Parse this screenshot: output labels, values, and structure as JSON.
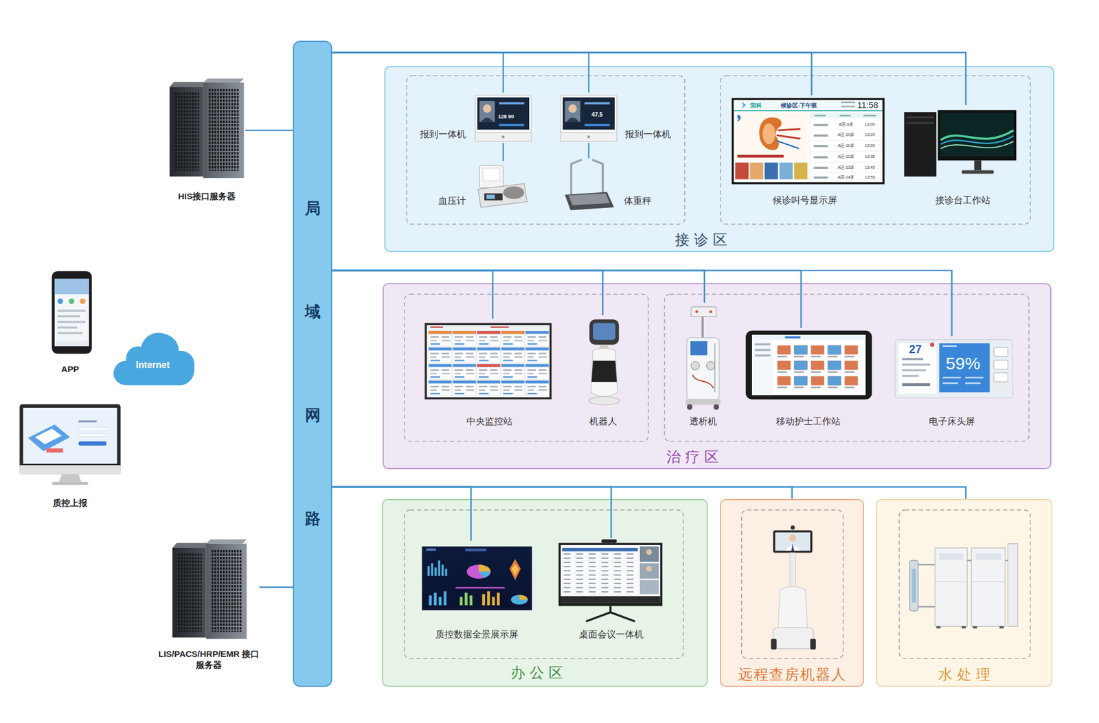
{
  "diagram": {
    "nodes": [
      {
        "text": [
          "HIS接口服务器"
        ]
      },
      {
        "text": [
          "APP"
        ]
      },
      {
        "text": [
          "Internet"
        ]
      },
      {
        "text": [
          "质控上报"
        ]
      },
      {
        "text": [
          "LIS/PACS/HRP/EMR 接口服务器"
        ]
      },
      {
        "text": [
          "局域网路"
        ]
      },
      {
        "text": [
          "接诊区"
        ]
      },
      {
        "text": [
          "报到一体机"
        ],
        "in": 6
      },
      {
        "text": [
          "报到一体机"
        ],
        "in": 6
      },
      {
        "text": [
          "血压计"
        ],
        "in": 6
      },
      {
        "text": [
          "体重秤"
        ],
        "in": 6
      },
      {
        "text": [
          "候诊叫号显示屏"
        ],
        "in": 6
      },
      {
        "text": [
          "接诊台工作站"
        ],
        "in": 6
      },
      {
        "text": [
          "治疗区"
        ]
      },
      {
        "text": [
          "中央监控站"
        ],
        "in": 13
      },
      {
        "text": [
          "机器人"
        ],
        "in": 13
      },
      {
        "text": [
          "透析机"
        ],
        "in": 13
      },
      {
        "text": [
          "移动护士工作站"
        ],
        "in": 13
      },
      {
        "text": [
          "电子床头屏"
        ],
        "in": 13
      },
      {
        "text": [
          "办公区"
        ]
      },
      {
        "text": [
          "质控数据全景展示屏"
        ],
        "in": 19
      },
      {
        "text": [
          "桌面会议一体机"
        ],
        "in": 19
      },
      {
        "text": [
          "远程查房机器人"
        ]
      },
      {
        "text": [
          "水处理"
        ]
      }
    ],
    "edges": [
      {
        "from": 5,
        "to": 0,
        "arrow": "none"
      },
      {
        "from": 5,
        "to": 4,
        "arrow": "none"
      },
      {
        "from": 5,
        "to": 7,
        "arrow": "none"
      },
      {
        "from": 5,
        "to": 8,
        "arrow": "none"
      },
      {
        "from": 5,
        "to": 11,
        "arrow": "none"
      },
      {
        "from": 5,
        "to": 12,
        "arrow": "none"
      },
      {
        "from": 7,
        "to": 9,
        "arrow": "none"
      },
      {
        "from": 8,
        "to": 10,
        "arrow": "none"
      },
      {
        "from": 5,
        "to": 14,
        "arrow": "none"
      },
      {
        "from": 5,
        "to": 15,
        "arrow": "none"
      },
      {
        "from": 5,
        "to": 16,
        "arrow": "none"
      },
      {
        "from": 5,
        "to": 17,
        "arrow": "none"
      },
      {
        "from": 5,
        "to": 18,
        "arrow": "none"
      },
      {
        "from": 5,
        "to": 20,
        "arrow": "none"
      },
      {
        "from": 5,
        "to": 21,
        "arrow": "none"
      },
      {
        "from": 5,
        "to": 22,
        "arrow": "none"
      },
      {
        "from": 5,
        "to": 23,
        "arrow": "none"
      }
    ],
    "labels": [
      "128 90",
      "47.5",
      "荣科",
      "候诊区-下午班",
      "11:58",
      "A区-9床",
      "13:00",
      "A区-10床",
      "13:20",
      "A区-11床",
      "13:20",
      "A区-12床",
      "13:35",
      "A区-13床",
      "13:40",
      "A区-14床",
      "13:55",
      "27",
      "59%"
    ]
  }
}
